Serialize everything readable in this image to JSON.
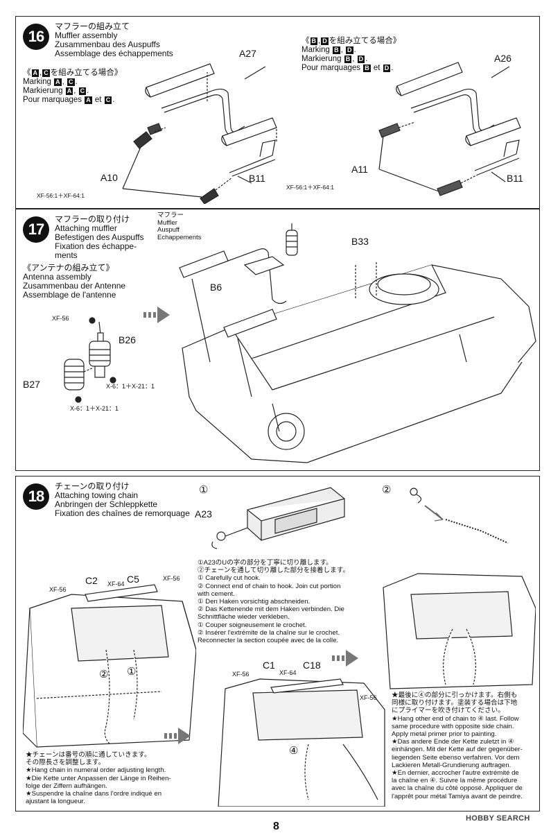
{
  "steps": [
    {
      "number": "16",
      "titles": [
        "マフラーの組み立て",
        "Muffler assembly",
        "Zusammenbau des Auspuffs",
        "Assemblage des échappements"
      ],
      "variant_left": {
        "title_jp_pre": "《",
        "title_jp_post": "を組み立てる場合》",
        "boxes": [
          "A",
          "C"
        ],
        "lines": [
          {
            "pre": "Marking ",
            "a": "A",
            "mid": ", ",
            "b": "C",
            "post": "."
          },
          {
            "pre": "Markierung ",
            "a": "A",
            "mid": ", ",
            "b": "C",
            "post": "."
          },
          {
            "pre": "Pour marquages ",
            "a": "A",
            "mid": " et ",
            "b": "C",
            "post": "."
          }
        ]
      },
      "variant_right": {
        "title_jp_pre": "《",
        "title_jp_post": "を組み立てる場合》",
        "boxes": [
          "B",
          "D"
        ],
        "lines": [
          {
            "pre": "Marking ",
            "a": "B",
            "mid": ", ",
            "b": "D",
            "post": "."
          },
          {
            "pre": "Markierung ",
            "a": "B",
            "mid": ", ",
            "b": "D",
            "post": "."
          },
          {
            "pre": "Pour marquages ",
            "a": "B",
            "mid": " et ",
            "b": "D",
            "post": "."
          }
        ]
      },
      "parts": [
        "A27",
        "A10",
        "B11",
        "A26",
        "A11",
        "B11"
      ],
      "paint_left": "XF-56:1＋XF-64:1",
      "paint_right": "XF-56:1＋XF-64:1"
    },
    {
      "number": "17",
      "titles": [
        "マフラーの取り付け",
        "Attaching muffler",
        "Befestigen des Auspuffs",
        "Fixation des échappe-",
        "ments"
      ],
      "sub_titles": [
        "《アンテナの組み立て》",
        "Antenna assembly",
        "Zusammenbau der Antenne",
        "Assemblage de l'antenne"
      ],
      "muffler_callout": [
        "マフラー",
        "Muffler",
        "Auspuff",
        "Echappements"
      ],
      "parts": [
        "B6",
        "B33",
        "B26",
        "B27"
      ],
      "paints": [
        "XF-56",
        "X-6：1＋X-21：1",
        "X-6：1＋X-21：1"
      ]
    },
    {
      "number": "18",
      "titles": [
        "チェーンの取り付け",
        "Attaching towing chain",
        "Anbringen der Schleppkette",
        "Fixation des chaînes de remorquage"
      ],
      "detail1_marker": "①",
      "detail2_marker": "②",
      "detail1_part": "A23",
      "detail1_notes": [
        "①A23のUの字の部分を丁寧に切り離します。",
        "②チェーンを通して切り離した部分を接着します。",
        "① Carefully cut hook.",
        "② Connect end of chain to hook. Join cut portion",
        "with cement.",
        "① Den Haken vorsichtig abschneiden.",
        "② Das Kettenende mit dem Haken verbinden. Die",
        "Schnittfläche wieder verkleben.",
        "① Couper soigneusement le crochet.",
        "② Insérer l'extrémite de la chaîne sur le crochet.",
        "Reconnecter la section coupée avec de la colle."
      ],
      "left_labels": [
        "XF-56",
        "C2",
        "XF-64",
        "C5",
        "XF-56"
      ],
      "mid_labels": [
        "XF-56",
        "C1",
        "XF-64",
        "C18",
        "XF-56"
      ],
      "chain_order": [
        "②",
        "①",
        "④"
      ],
      "left_notes": [
        "★チェーンは番号の順に通していきます。",
        "その際長さを調整します。",
        "★Hang chain in numeral order adjusting length.",
        "★Die Kette unter Anpassen der Länge in Reihen-",
        "folge der Ziffern aufhängen.",
        "★Suspendre la chaîne dans l'ordre indiqué en",
        "ajustant la longueur."
      ],
      "right_notes": [
        "★最後に④の部分に引っかけます。右側も",
        "同様に取り付けます。塗装する場合は下地",
        "にプライマーを吹き付けてください。",
        "★Hang other end of chain to ④ last. Follow",
        "same procedure with opposite side chain.",
        "Apply metal primer prior to painting.",
        "★Das andere Ende der Kette zuletzt in ④",
        "einhängen. Mit der Kette auf der gegenüber-",
        "liegenden Seite ebenso verfahren. Vor dem",
        "Lackieren Metall-Grundierung auftragen.",
        "★En dernier, accrocher l'autre extrémité de",
        "la chaîne en ④. Suivre la même procédure",
        "avec la chaîne du côté opposé. Appliquer de",
        "l'apprêt pour métal Tamiya avant de peindre."
      ]
    }
  ],
  "page_number": "8",
  "watermark": "HOBBY SEARCH"
}
